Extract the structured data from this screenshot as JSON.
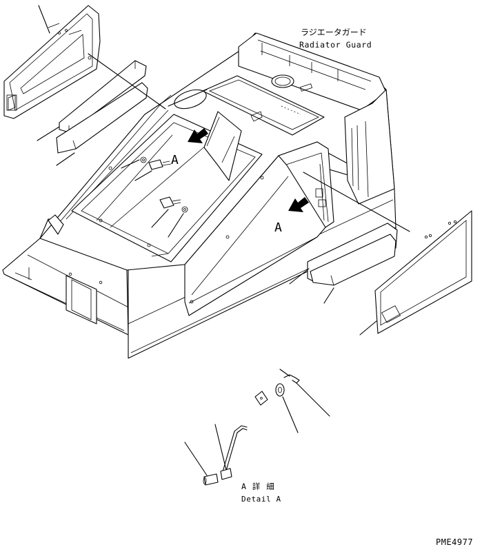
{
  "labels": {
    "radiator_guard_jp": "ラジエータガード",
    "radiator_guard_en": "Radiator Guard",
    "view_a_left": "A",
    "view_a_right": "A",
    "detail_jp": "A 詳 細",
    "detail_en": "Detail A",
    "drawing_code": "PME4977"
  }
}
